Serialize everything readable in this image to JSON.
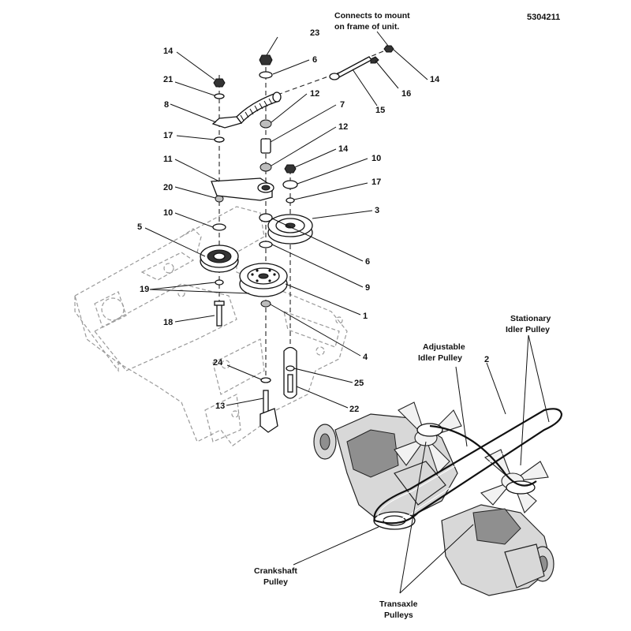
{
  "document_number": "5304211",
  "notes": {
    "mount_line1": "Connects to mount",
    "mount_line2": "on frame of unit.",
    "adjustable_line1": "Adjustable",
    "adjustable_line2": "Idler Pulley",
    "stationary_line1": "Stationary",
    "stationary_line2": "Idler Pulley",
    "crankshaft_line1": "Crankshaft",
    "crankshaft_line2": "Pulley",
    "transaxle_line1": "Transaxle",
    "transaxle_line2": "Pulleys"
  },
  "callouts": {
    "c23": "23",
    "c6a": "6",
    "c14a": "14",
    "c21": "21",
    "c8": "8",
    "c12a": "12",
    "c7": "7",
    "c12b": "12",
    "c17a": "17",
    "c14b": "14",
    "c11": "11",
    "c10a": "10",
    "c20": "20",
    "c17b": "17",
    "c10b": "10",
    "c3": "3",
    "c5": "5",
    "c6b": "6",
    "c9": "9",
    "c19": "19",
    "c1": "1",
    "c18": "18",
    "c4": "4",
    "c24": "24",
    "c25": "25",
    "c13": "13",
    "c22": "22",
    "c14c": "14",
    "c16": "16",
    "c15": "15",
    "c2": "2"
  }
}
